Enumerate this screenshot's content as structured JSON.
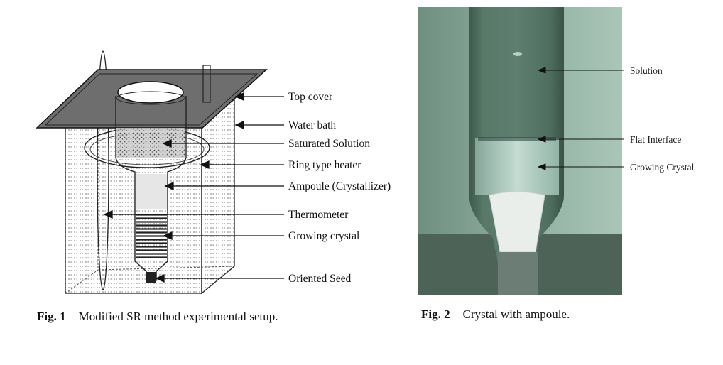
{
  "figure1": {
    "labels": [
      "Top cover",
      "Water bath",
      "Saturated Solution",
      "Ring type heater",
      "Ampoule (Crystallizer)",
      "Thermometer",
      "Growing crystal",
      "Oriented Seed"
    ],
    "caption_num": "Fig. 1",
    "caption_text": "Modified SR method experimental setup."
  },
  "figure2": {
    "labels": [
      "Solution",
      "Flat Interface",
      "Growing Crystal"
    ],
    "caption_num": "Fig. 2",
    "caption_text": "Crystal with ampoule."
  }
}
